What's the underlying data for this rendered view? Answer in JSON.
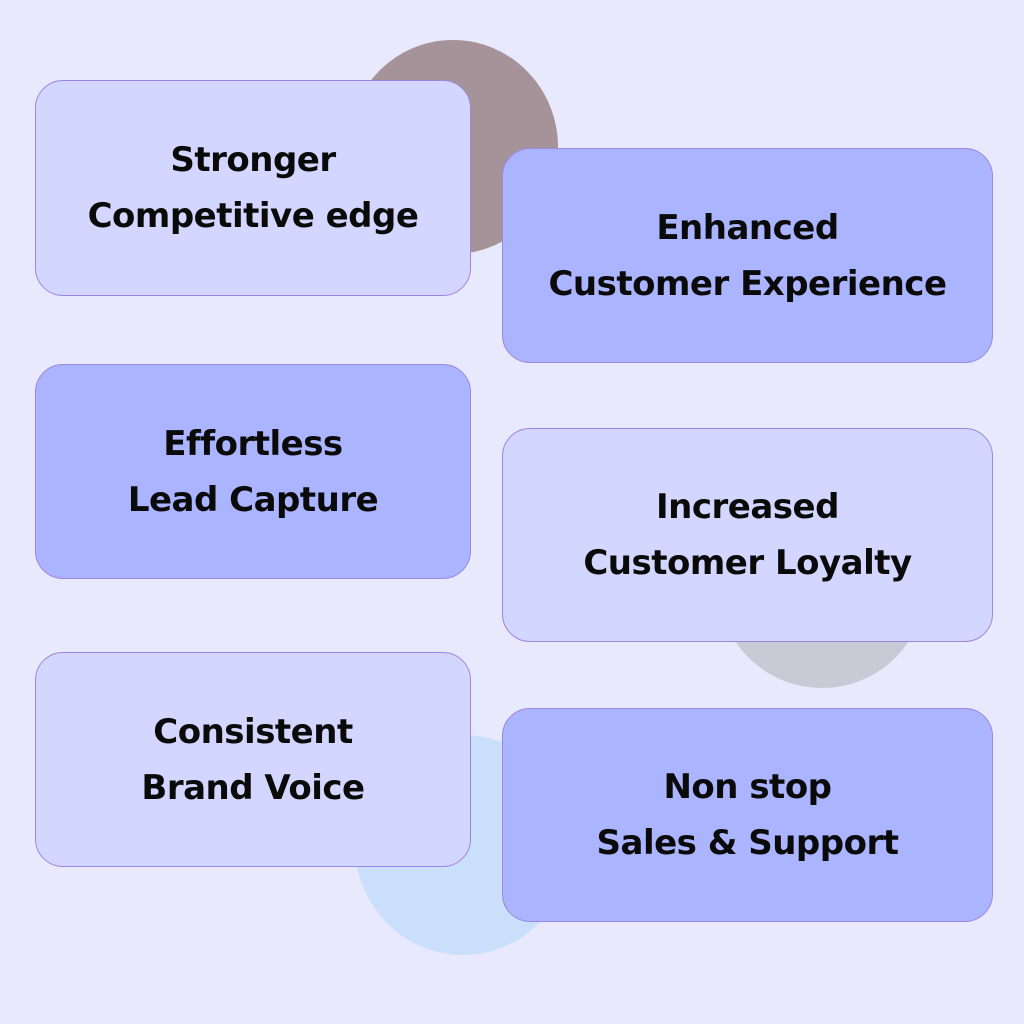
{
  "colors": {
    "background": "#e8e9fd",
    "card_light": "#d3d6fe",
    "card_dark": "#abb4fe",
    "card_border": "#9c87e0",
    "blob_brown": "#a6939a",
    "blob_gray": "#cacad6",
    "blob_blue": "#cadffc"
  },
  "cards": [
    {
      "line1": "Stronger",
      "line2": "Competitive edge"
    },
    {
      "line1": "Enhanced",
      "line2": "Customer Experience"
    },
    {
      "line1": "Effortless",
      "line2": "Lead Capture"
    },
    {
      "line1": "Increased",
      "line2": "Customer Loyalty"
    },
    {
      "line1": "Consistent",
      "line2": "Brand Voice"
    },
    {
      "line1": "Non stop",
      "line2": "Sales & Support"
    }
  ]
}
